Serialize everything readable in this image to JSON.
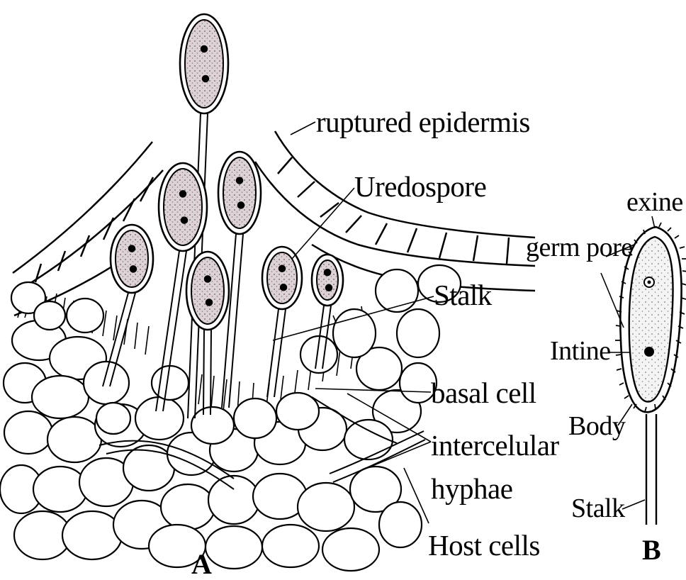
{
  "figure_a": {
    "labels": {
      "ruptured_epidermis": "ruptured epidermis",
      "uredospore": "Uredospore",
      "stalk": "Stalk",
      "basal_cell": "basal cell",
      "intercelular": "intercelular",
      "hyphae": "hyphae",
      "host_cells": "Host cells"
    },
    "panel_letter": "A"
  },
  "figure_b": {
    "labels": {
      "exine": "exine",
      "germ_pore": "germ pore",
      "intine": "Intine",
      "body": "Body",
      "stalk": "Stalk"
    },
    "panel_letter": "B"
  }
}
